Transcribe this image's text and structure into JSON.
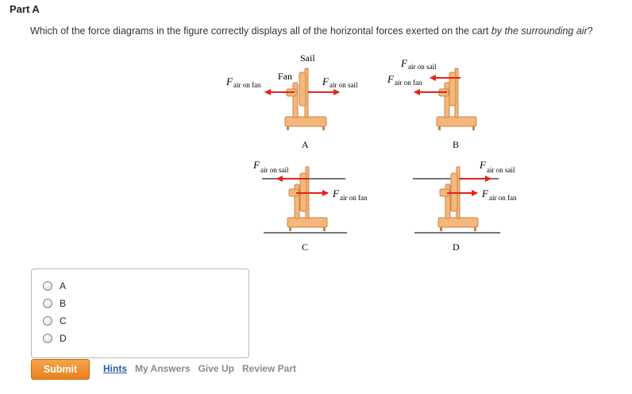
{
  "part": {
    "title": "Part A"
  },
  "question": {
    "text": "Which of the force diagrams in the figure correctly displays all of the horizontal forces exerted on the cart ",
    "emphasis": "by the surrounding air",
    "suffix": "?"
  },
  "figure": {
    "sail_label": "Sail",
    "fan_label": "Fan",
    "force_symbol": "F",
    "force_air_on_fan": "air on fan",
    "force_air_on_sail": "air on sail",
    "diagram_labels": [
      "A",
      "B",
      "C",
      "D"
    ],
    "colors": {
      "cart": "#f5b77a",
      "cart_stroke": "#c78548",
      "arrow": "#e2231a",
      "ground": "#777777"
    }
  },
  "choices": [
    {
      "label": "A"
    },
    {
      "label": "B"
    },
    {
      "label": "C"
    },
    {
      "label": "D"
    }
  ],
  "actions": {
    "submit": "Submit",
    "hints": "Hints",
    "my_answers": "My Answers",
    "give_up": "Give Up",
    "review_part": "Review Part"
  }
}
